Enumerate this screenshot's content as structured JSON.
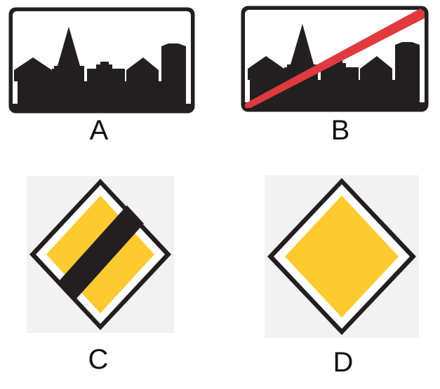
{
  "signs": [
    {
      "label": "A",
      "icon": "built-up-area-start-icon"
    },
    {
      "label": "B",
      "icon": "built-up-area-end-icon"
    },
    {
      "label": "C",
      "icon": "end-of-priority-road-icon"
    },
    {
      "label": "D",
      "icon": "priority-road-icon"
    }
  ],
  "colors": {
    "black": "#231f20",
    "red": "#e03a3e",
    "yellow": "#fdca2f",
    "white": "#ffffff",
    "panel_bg": "#f2f2f2"
  }
}
